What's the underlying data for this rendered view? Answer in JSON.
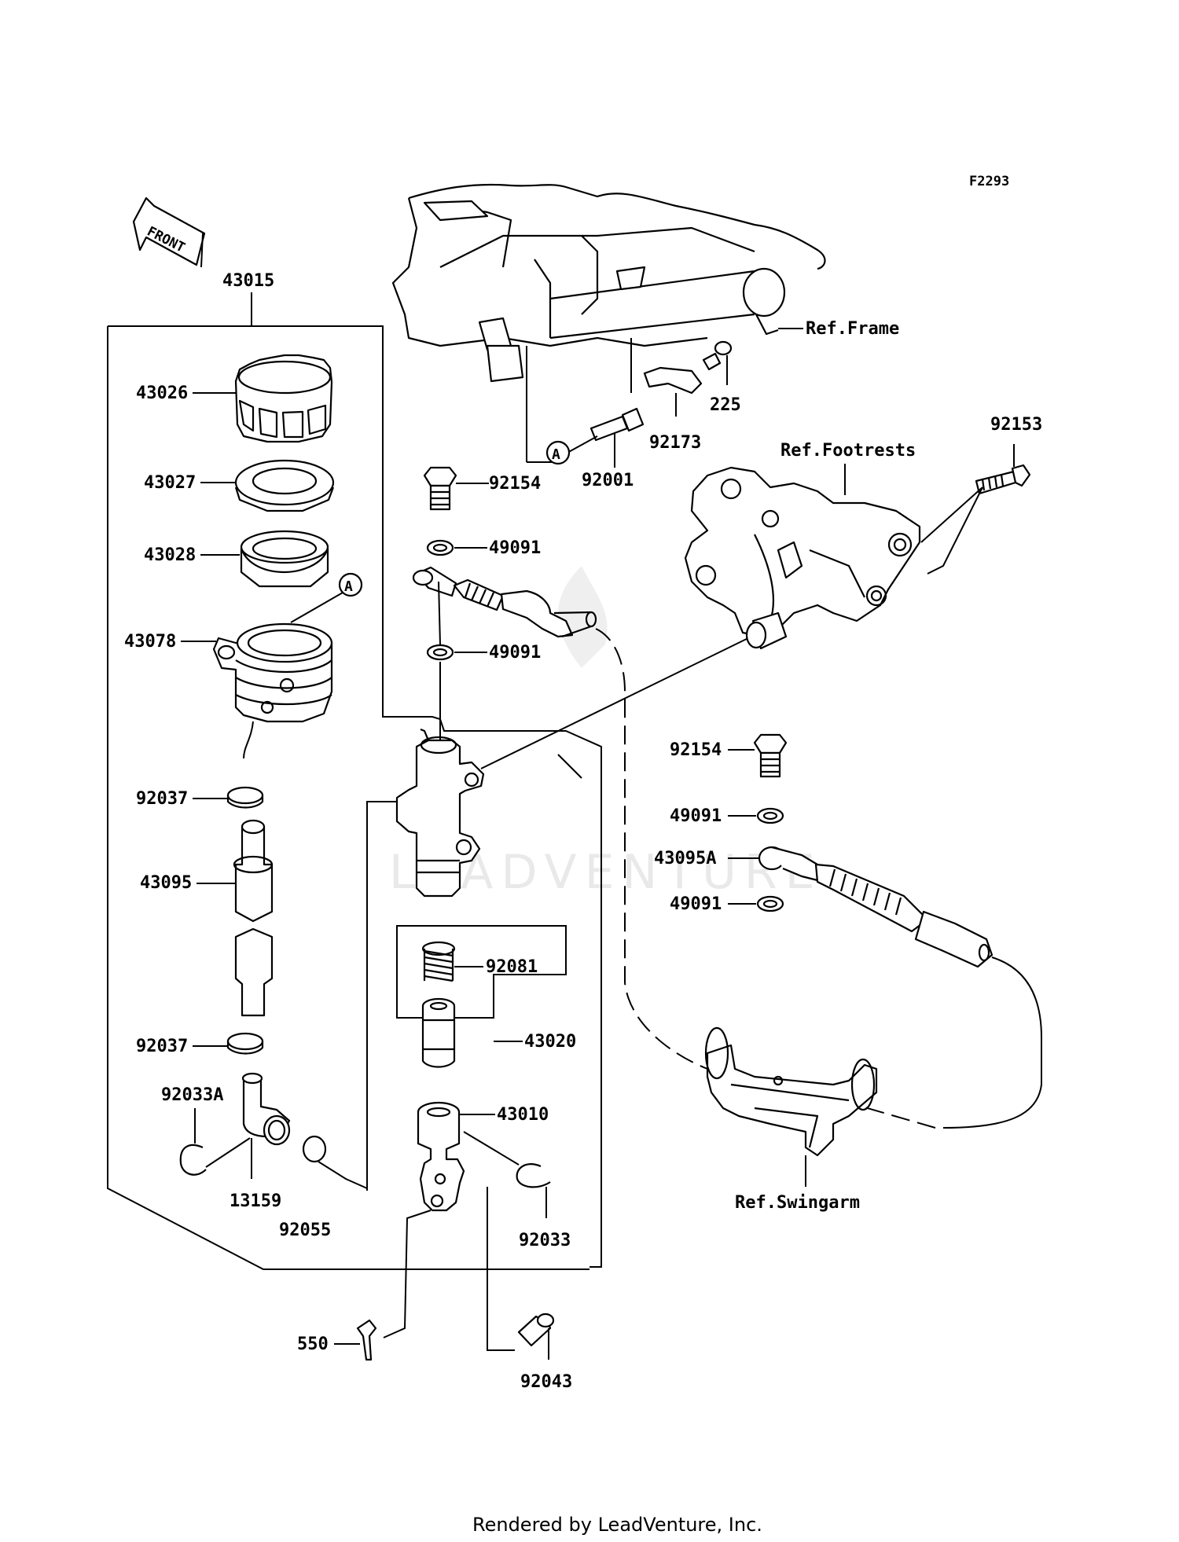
{
  "diagram_code": "F2293",
  "front_label": "FRONT",
  "footer": "Rendered by LeadVenture, Inc.",
  "watermark": "LEADVENTURE",
  "callout_a": "A",
  "parts": {
    "p43015": "43015",
    "p43026": "43026",
    "p43027": "43027",
    "p43028": "43028",
    "p43078": "43078",
    "p92037a": "92037",
    "p43095": "43095",
    "p92037b": "92037",
    "p92033A": "92033A",
    "p13159": "13159",
    "p92055": "92055",
    "p92154a": "92154",
    "p92001": "92001",
    "p49091a": "49091",
    "p49091b": "49091",
    "p92081": "92081",
    "p43020": "43020",
    "p43010": "43010",
    "p92033": "92033",
    "p550": "550",
    "p92043": "92043",
    "p225": "225",
    "p92173": "92173",
    "p92153": "92153",
    "p92154b": "92154",
    "p49091c": "49091",
    "p43095A": "43095A",
    "p49091d": "49091"
  },
  "refs": {
    "frame": "Ref.Frame",
    "footrests": "Ref.Footrests",
    "swingarm": "Ref.Swingarm"
  }
}
